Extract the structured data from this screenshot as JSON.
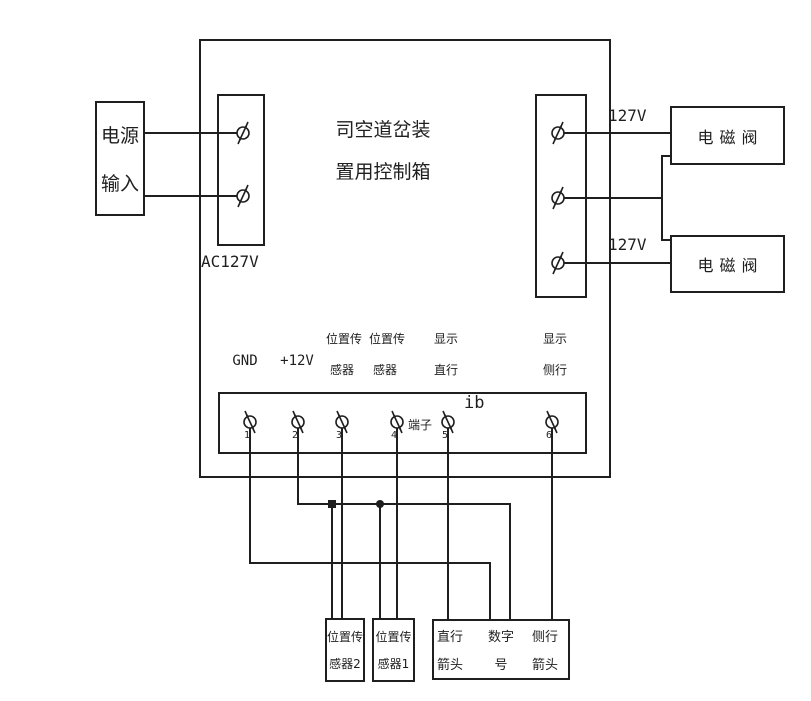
{
  "page": {
    "background": "#ffffff",
    "line_color": "#1f1f1f"
  },
  "control_box": {
    "title_lines": [
      "司空道岔装",
      "置用控制箱"
    ]
  },
  "power_input": {
    "label_lines": [
      "电源",
      "输入"
    ],
    "ac_voltage": "AC127V"
  },
  "valves": {
    "top": {
      "label": "电磁阀",
      "voltage": "127V"
    },
    "bottom": {
      "label": "电磁阀",
      "voltage": "127V"
    }
  },
  "terminal_strip": {
    "tag": "ib",
    "name": "端子",
    "numbers": [
      "1",
      "2",
      "3",
      "4",
      "5",
      "6"
    ],
    "labels": {
      "t1": {
        "l1": "GND"
      },
      "t2": {
        "l1": "+12V"
      },
      "t3": {
        "l1": "位置传",
        "l2": "感器"
      },
      "t4": {
        "l1": "位置传",
        "l2": "感器"
      },
      "t5": {
        "l1": "显示",
        "l2": "直行"
      },
      "t6": {
        "l1": "显示",
        "l2": "侧行"
      }
    }
  },
  "bottom_units": {
    "sensor2": {
      "l1": "位置传",
      "l2": "感器2"
    },
    "sensor1": {
      "l1": "位置传",
      "l2": "感器1"
    },
    "indicator": {
      "col1": {
        "l1": "直行",
        "l2": "箭头"
      },
      "col2": {
        "l1": "数字",
        "l2": "号"
      },
      "col3": {
        "l1": "侧行",
        "l2": "箭头"
      }
    }
  }
}
